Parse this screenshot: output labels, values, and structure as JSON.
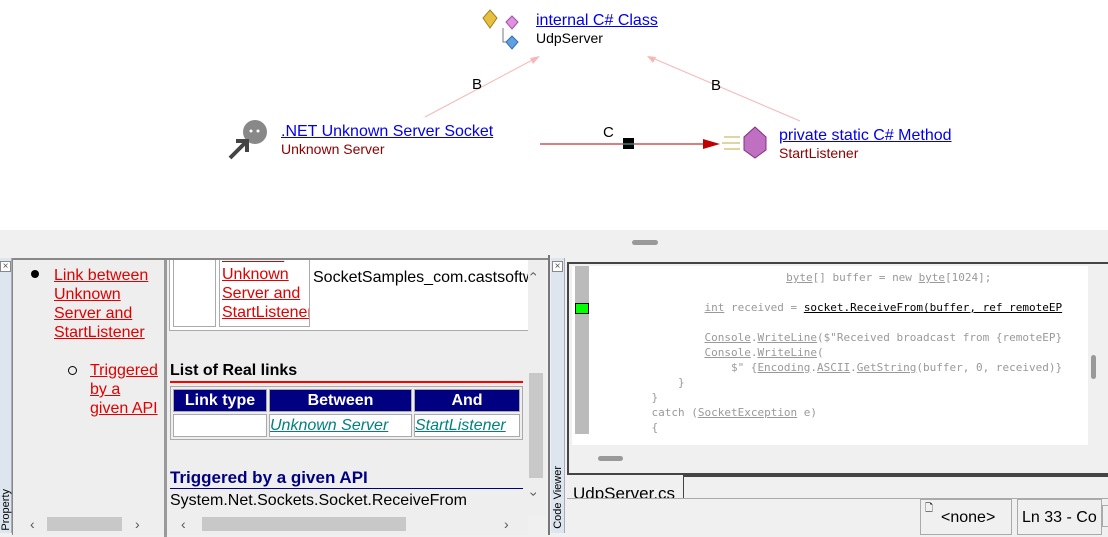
{
  "diagram": {
    "nodes": [
      {
        "type": "internal C# Class",
        "name": "UdpServer"
      },
      {
        "type": ".NET Unknown Server Socket",
        "name": "Unknown Server"
      },
      {
        "type": "private static C# Method",
        "name": "StartListener"
      }
    ],
    "edges": [
      {
        "label": "B",
        "from": "Unknown Server",
        "to": "UdpServer"
      },
      {
        "label": "B",
        "from": "StartListener",
        "to": "UdpServer"
      },
      {
        "label": "C",
        "from": "Unknown Server",
        "to": "StartListener"
      }
    ]
  },
  "property_panel": {
    "tab_label": "Property",
    "tree": {
      "item": "Link between Unknown Server and StartListener",
      "child": "Triggered by a given API"
    },
    "top_table": {
      "link_cell": "Between Unknown Server and StartListener",
      "value_cell": "SocketSamples_com.castsoftw"
    },
    "real_links": {
      "title": "List of Real links",
      "headers": [
        "Link type",
        "Between",
        "And"
      ],
      "rows": [
        [
          "",
          "Unknown Server",
          "StartListener"
        ]
      ]
    },
    "api_section": {
      "title": "Triggered by a given API",
      "value": "System.Net.Sockets.Socket.ReceiveFrom"
    }
  },
  "code_viewer": {
    "tab_label": "Code Viewer",
    "file_tab": "UdpServer.cs",
    "status": {
      "context": "<none>",
      "position": "Ln 33 - Co"
    },
    "highlight_color": "#00ff00"
  }
}
